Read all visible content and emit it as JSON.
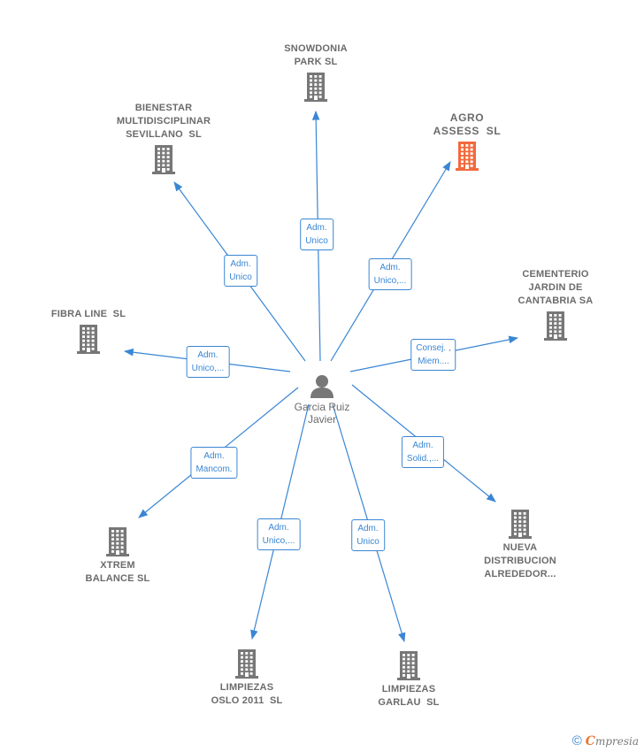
{
  "colors": {
    "edge": "#3a86d4",
    "building": "#777777",
    "highlight": "#f26a3d",
    "text": "#6b6b6b"
  },
  "center": {
    "name": "Garcia Ruiz\nJavier",
    "icon": "person-icon"
  },
  "companies": [
    {
      "id": "snowdonia",
      "name": "SNOWDONIA\nPARK SL",
      "relation": "Adm.\nUnico",
      "highlight": false
    },
    {
      "id": "bienestar",
      "name": "BIENESTAR\nMULTIDISCIPLINAR\nSEVILLANO  SL",
      "relation": "Adm.\nUnico",
      "highlight": false
    },
    {
      "id": "agro",
      "name": "AGRO\nASSESS  SL",
      "relation": "Adm.\nUnico,...",
      "highlight": true
    },
    {
      "id": "cementerio",
      "name": "CEMENTERIO\nJARDIN DE\nCANTABRIA SA",
      "relation": "Consej. ,\nMiem....",
      "highlight": false
    },
    {
      "id": "fibra",
      "name": "FIBRA LINE  SL",
      "relation": "Adm.\nUnico,...",
      "highlight": false
    },
    {
      "id": "xtrem",
      "name": "XTREM\nBALANCE SL",
      "relation": "Adm.\nMancom.",
      "highlight": false
    },
    {
      "id": "nueva",
      "name": "NUEVA\nDISTRIBUCION\nALREDEDOR...",
      "relation": "Adm.\nSolid.,...",
      "highlight": false
    },
    {
      "id": "oslo",
      "name": "LIMPIEZAS\nOSLO 2011  SL",
      "relation": "Adm.\nUnico,...",
      "highlight": false
    },
    {
      "id": "garlau",
      "name": "LIMPIEZAS\nGARLAU  SL",
      "relation": "Adm.\nUnico",
      "highlight": false
    }
  ],
  "footer": {
    "copyright": "©",
    "brand_initial": "C",
    "brand_rest": "mpresia"
  }
}
